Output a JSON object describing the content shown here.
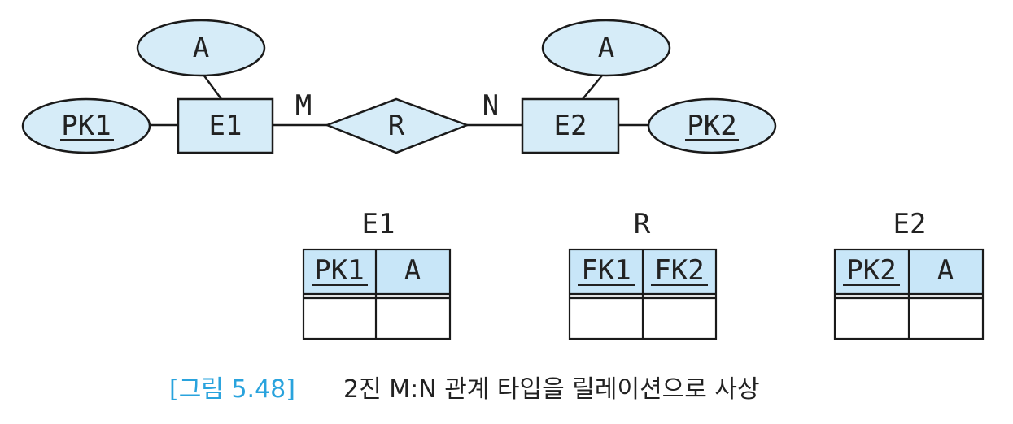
{
  "er": {
    "e1": {
      "name": "E1",
      "attr": "A",
      "key": "PK1"
    },
    "e2": {
      "name": "E2",
      "attr": "A",
      "key": "PK2"
    },
    "relationship": {
      "name": "R",
      "card_left": "M",
      "card_right": "N"
    }
  },
  "tables": {
    "e1": {
      "title": "E1",
      "col1": "PK1",
      "col2": "A"
    },
    "r": {
      "title": "R",
      "col1": "FK1",
      "col2": "FK2"
    },
    "e2": {
      "title": "E2",
      "col1": "PK2",
      "col2": "A"
    }
  },
  "caption": {
    "tag": "[그림 5.48]",
    "text": "2진 M:N 관계 타입을 릴레이션으로 사상"
  },
  "colors": {
    "shape_fill": "#d6ecf8",
    "header_fill": "#c8e6f8",
    "caption_tag": "#29a3dd"
  }
}
